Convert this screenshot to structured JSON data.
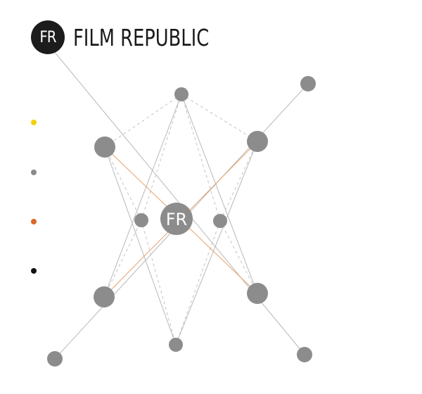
{
  "brand": {
    "badge_text": "FR",
    "name": "FILM REPUBLIC"
  },
  "legend": [
    {
      "color": "#f2d10c"
    },
    {
      "color": "#8a8a8a"
    },
    {
      "color": "#d9692a"
    },
    {
      "color": "#111111"
    }
  ],
  "network": {
    "hub_label": "FR",
    "colors": {
      "node": "#8c8c8c",
      "edge_grey": "#b8b8b8",
      "edge_orange": "#e8a06a",
      "edge_dashed": "#c2c2c2"
    }
  }
}
